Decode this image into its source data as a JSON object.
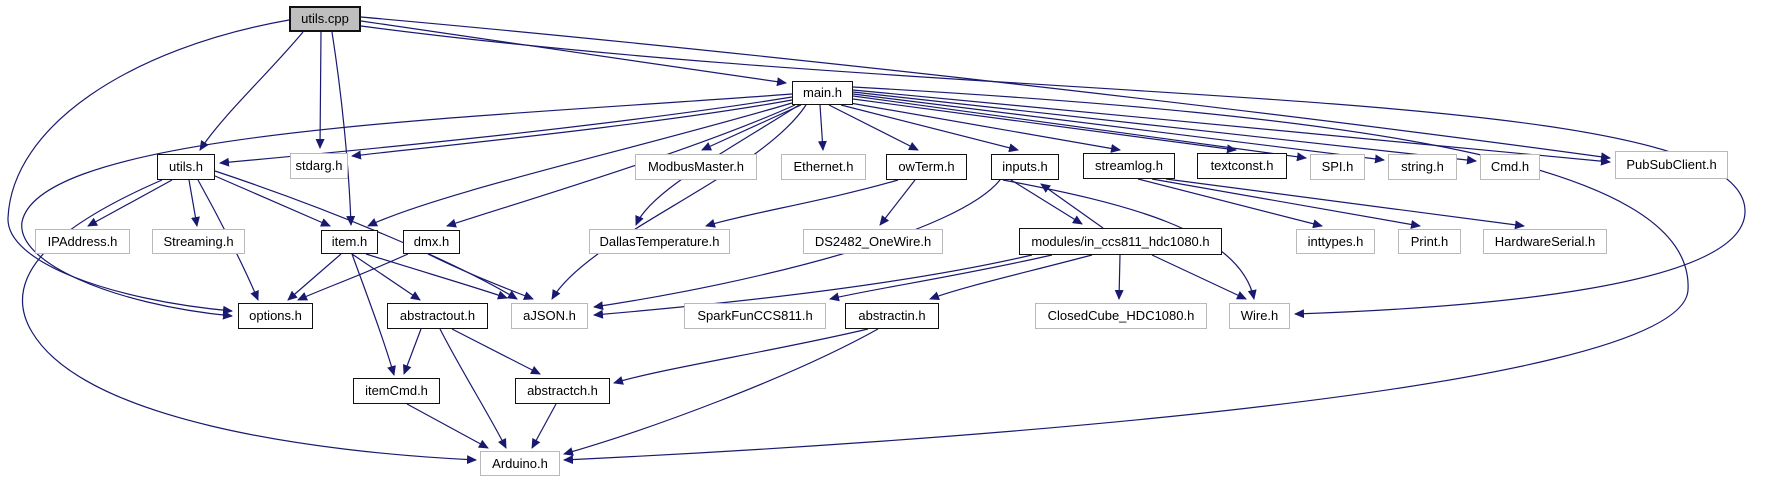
{
  "diagram": {
    "kind": "include-dependency-graph",
    "root": "utils.cpp"
  },
  "colors": {
    "edge": "#191970",
    "node_fill": "#ffffff",
    "source_fill": "#bfbfbf",
    "documented_border": "#111111",
    "external_border": "#b9b9b9",
    "text": "#000000",
    "background": "#ffffff"
  },
  "nodes": [
    {
      "id": "utils_cpp",
      "label": "utils.cpp",
      "type": "source"
    },
    {
      "id": "main_h",
      "label": "main.h",
      "type": "doc"
    },
    {
      "id": "utils_h",
      "label": "utils.h",
      "type": "doc"
    },
    {
      "id": "stdarg_h",
      "label": "stdarg.h",
      "type": "ext"
    },
    {
      "id": "modbusmaster_h",
      "label": "ModbusMaster.h",
      "type": "ext"
    },
    {
      "id": "ethernet_h",
      "label": "Ethernet.h",
      "type": "ext"
    },
    {
      "id": "owterm_h",
      "label": "owTerm.h",
      "type": "doc"
    },
    {
      "id": "inputs_h",
      "label": "inputs.h",
      "type": "doc"
    },
    {
      "id": "streamlog_h",
      "label": "streamlog.h",
      "type": "doc"
    },
    {
      "id": "textconst_h",
      "label": "textconst.h",
      "type": "doc"
    },
    {
      "id": "spi_h",
      "label": "SPI.h",
      "type": "ext"
    },
    {
      "id": "string_h",
      "label": "string.h",
      "type": "ext"
    },
    {
      "id": "cmd_h",
      "label": "Cmd.h",
      "type": "ext"
    },
    {
      "id": "pubsubclient_h",
      "label": "PubSubClient.h",
      "type": "ext"
    },
    {
      "id": "ipaddress_h",
      "label": "IPAddress.h",
      "type": "ext"
    },
    {
      "id": "streaming_h",
      "label": "Streaming.h",
      "type": "ext"
    },
    {
      "id": "item_h",
      "label": "item.h",
      "type": "doc"
    },
    {
      "id": "dmx_h",
      "label": "dmx.h",
      "type": "doc"
    },
    {
      "id": "dallastemperature_h",
      "label": "DallasTemperature.h",
      "type": "ext"
    },
    {
      "id": "ds2482_onewire_h",
      "label": "DS2482_OneWire.h",
      "type": "ext"
    },
    {
      "id": "modules_in_ccs811_hdc1080_h",
      "label": "modules/in_ccs811_hdc1080.h",
      "type": "doc"
    },
    {
      "id": "inttypes_h",
      "label": "inttypes.h",
      "type": "ext"
    },
    {
      "id": "print_h",
      "label": "Print.h",
      "type": "ext"
    },
    {
      "id": "hardwareserial_h",
      "label": "HardwareSerial.h",
      "type": "ext"
    },
    {
      "id": "options_h",
      "label": "options.h",
      "type": "doc"
    },
    {
      "id": "abstractout_h",
      "label": "abstractout.h",
      "type": "doc"
    },
    {
      "id": "ajson_h",
      "label": "aJSON.h",
      "type": "ext"
    },
    {
      "id": "sparkfunccs811_h",
      "label": "SparkFunCCS811.h",
      "type": "ext"
    },
    {
      "id": "abstractin_h",
      "label": "abstractin.h",
      "type": "doc"
    },
    {
      "id": "closedcube_hdc1080_h",
      "label": "ClosedCube_HDC1080.h",
      "type": "ext"
    },
    {
      "id": "wire_h",
      "label": "Wire.h",
      "type": "ext"
    },
    {
      "id": "itemcmd_h",
      "label": "itemCmd.h",
      "type": "doc"
    },
    {
      "id": "abstractch_h",
      "label": "abstractch.h",
      "type": "doc"
    },
    {
      "id": "arduino_h",
      "label": "Arduino.h",
      "type": "ext"
    }
  ],
  "edges": [
    {
      "from": "utils_cpp",
      "to": "main_h"
    },
    {
      "from": "utils_cpp",
      "to": "utils_h"
    },
    {
      "from": "utils_cpp",
      "to": "stdarg_h"
    },
    {
      "from": "utils_cpp",
      "to": "item_h"
    },
    {
      "from": "utils_cpp",
      "to": "options_h"
    },
    {
      "from": "utils_cpp",
      "to": "pubsubclient_h"
    },
    {
      "from": "utils_cpp",
      "to": "wire_h"
    },
    {
      "from": "main_h",
      "to": "utils_h"
    },
    {
      "from": "main_h",
      "to": "stdarg_h"
    },
    {
      "from": "main_h",
      "to": "item_h"
    },
    {
      "from": "main_h",
      "to": "dmx_h"
    },
    {
      "from": "main_h",
      "to": "options_h"
    },
    {
      "from": "main_h",
      "to": "ajson_h"
    },
    {
      "from": "main_h",
      "to": "dallastemperature_h"
    },
    {
      "from": "main_h",
      "to": "modbusmaster_h"
    },
    {
      "from": "main_h",
      "to": "ethernet_h"
    },
    {
      "from": "main_h",
      "to": "owterm_h"
    },
    {
      "from": "main_h",
      "to": "inputs_h"
    },
    {
      "from": "main_h",
      "to": "streamlog_h"
    },
    {
      "from": "main_h",
      "to": "textconst_h"
    },
    {
      "from": "main_h",
      "to": "spi_h"
    },
    {
      "from": "main_h",
      "to": "string_h"
    },
    {
      "from": "main_h",
      "to": "cmd_h"
    },
    {
      "from": "main_h",
      "to": "pubsubclient_h"
    },
    {
      "from": "main_h",
      "to": "arduino_h"
    },
    {
      "from": "utils_h",
      "to": "ipaddress_h"
    },
    {
      "from": "utils_h",
      "to": "streaming_h"
    },
    {
      "from": "utils_h",
      "to": "item_h"
    },
    {
      "from": "utils_h",
      "to": "options_h"
    },
    {
      "from": "utils_h",
      "to": "ajson_h"
    },
    {
      "from": "utils_h",
      "to": "arduino_h"
    },
    {
      "from": "owterm_h",
      "to": "ds2482_onewire_h"
    },
    {
      "from": "owterm_h",
      "to": "dallastemperature_h"
    },
    {
      "from": "inputs_h",
      "to": "modules_in_ccs811_hdc1080_h"
    },
    {
      "from": "modules_in_ccs811_hdc1080_h",
      "to": "inputs_h"
    },
    {
      "from": "inputs_h",
      "to": "ajson_h"
    },
    {
      "from": "inputs_h",
      "to": "wire_h"
    },
    {
      "from": "modules_in_ccs811_hdc1080_h",
      "to": "ajson_h"
    },
    {
      "from": "modules_in_ccs811_hdc1080_h",
      "to": "sparkfunccs811_h"
    },
    {
      "from": "modules_in_ccs811_hdc1080_h",
      "to": "abstractin_h"
    },
    {
      "from": "modules_in_ccs811_hdc1080_h",
      "to": "closedcube_hdc1080_h"
    },
    {
      "from": "modules_in_ccs811_hdc1080_h",
      "to": "wire_h"
    },
    {
      "from": "streamlog_h",
      "to": "inttypes_h"
    },
    {
      "from": "streamlog_h",
      "to": "print_h"
    },
    {
      "from": "streamlog_h",
      "to": "hardwareserial_h"
    },
    {
      "from": "item_h",
      "to": "options_h"
    },
    {
      "from": "item_h",
      "to": "abstractout_h"
    },
    {
      "from": "item_h",
      "to": "ajson_h"
    },
    {
      "from": "item_h",
      "to": "itemcmd_h"
    },
    {
      "from": "dmx_h",
      "to": "options_h"
    },
    {
      "from": "dmx_h",
      "to": "ajson_h"
    },
    {
      "from": "abstractout_h",
      "to": "itemcmd_h"
    },
    {
      "from": "abstractout_h",
      "to": "abstractch_h"
    },
    {
      "from": "abstractout_h",
      "to": "arduino_h"
    },
    {
      "from": "abstractin_h",
      "to": "abstractch_h"
    },
    {
      "from": "abstractin_h",
      "to": "arduino_h"
    },
    {
      "from": "itemcmd_h",
      "to": "arduino_h"
    },
    {
      "from": "abstractch_h",
      "to": "arduino_h"
    }
  ]
}
